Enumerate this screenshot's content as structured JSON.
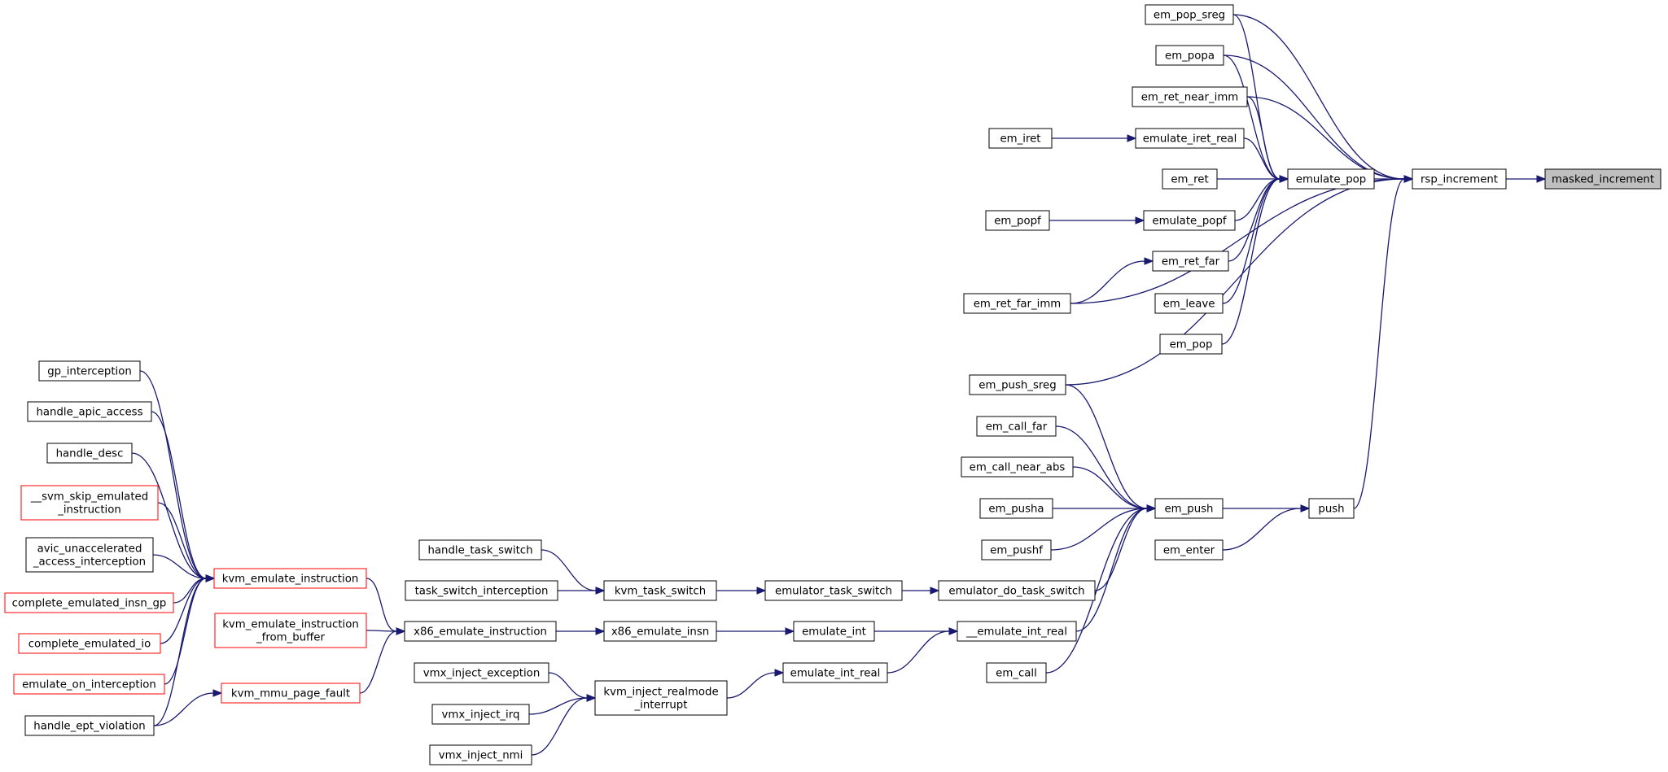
{
  "colors": {
    "edge": "#191970",
    "node_border": "#000000",
    "node_border_truncated": "#ff0000",
    "node_fill": "#ffffff",
    "target_fill": "#bfbfbf"
  },
  "nodes": [
    {
      "id": "masked_increment",
      "label": "masked_increment",
      "highlight": true
    },
    {
      "id": "rsp_increment",
      "label": "rsp_increment"
    },
    {
      "id": "emulate_pop",
      "label": "emulate_pop"
    },
    {
      "id": "push",
      "label": "push"
    },
    {
      "id": "em_pop_sreg",
      "label": "em_pop_sreg"
    },
    {
      "id": "em_popa",
      "label": "em_popa"
    },
    {
      "id": "em_ret_near_imm",
      "label": "em_ret_near_imm"
    },
    {
      "id": "emulate_iret_real",
      "label": "emulate_iret_real"
    },
    {
      "id": "em_iret",
      "label": "em_iret"
    },
    {
      "id": "em_ret",
      "label": "em_ret"
    },
    {
      "id": "emulate_popf",
      "label": "emulate_popf"
    },
    {
      "id": "em_popf",
      "label": "em_popf"
    },
    {
      "id": "em_ret_far",
      "label": "em_ret_far"
    },
    {
      "id": "em_ret_far_imm",
      "label": "em_ret_far_imm"
    },
    {
      "id": "em_leave",
      "label": "em_leave"
    },
    {
      "id": "em_pop",
      "label": "em_pop"
    },
    {
      "id": "em_push_sreg",
      "label": "em_push_sreg"
    },
    {
      "id": "em_call_far",
      "label": "em_call_far"
    },
    {
      "id": "em_call_near_abs",
      "label": "em_call_near_abs"
    },
    {
      "id": "em_pusha",
      "label": "em_pusha"
    },
    {
      "id": "em_push",
      "label": "em_push"
    },
    {
      "id": "em_pushf",
      "label": "em_pushf"
    },
    {
      "id": "em_enter",
      "label": "em_enter"
    },
    {
      "id": "em_call",
      "label": "em_call"
    },
    {
      "id": "emulator_do_task_switch",
      "label": "emulator_do_task_switch"
    },
    {
      "id": "__emulate_int_real",
      "label": "__emulate_int_real"
    },
    {
      "id": "emulator_task_switch",
      "label": "emulator_task_switch"
    },
    {
      "id": "emulate_int",
      "label": "emulate_int"
    },
    {
      "id": "emulate_int_real",
      "label": "emulate_int_real"
    },
    {
      "id": "kvm_task_switch",
      "label": "kvm_task_switch"
    },
    {
      "id": "x86_emulate_insn",
      "label": "x86_emulate_insn"
    },
    {
      "id": "kvm_inject_realmode_interrupt",
      "label": "kvm_inject_realmode\n_interrupt"
    },
    {
      "id": "handle_task_switch",
      "label": "handle_task_switch"
    },
    {
      "id": "task_switch_interception",
      "label": "task_switch_interception"
    },
    {
      "id": "x86_emulate_instruction",
      "label": "x86_emulate_instruction"
    },
    {
      "id": "vmx_inject_exception",
      "label": "vmx_inject_exception"
    },
    {
      "id": "vmx_inject_irq",
      "label": "vmx_inject_irq"
    },
    {
      "id": "vmx_inject_nmi",
      "label": "vmx_inject_nmi"
    },
    {
      "id": "kvm_emulate_instruction",
      "label": "kvm_emulate_instruction",
      "truncated": true
    },
    {
      "id": "kvm_emulate_instruction_from_buffer",
      "label": "kvm_emulate_instruction\n_from_buffer",
      "truncated": true
    },
    {
      "id": "kvm_mmu_page_fault",
      "label": "kvm_mmu_page_fault",
      "truncated": true
    },
    {
      "id": "gp_interception",
      "label": "gp_interception"
    },
    {
      "id": "handle_apic_access",
      "label": "handle_apic_access"
    },
    {
      "id": "handle_desc",
      "label": "handle_desc"
    },
    {
      "id": "__svm_skip_emulated_instruction",
      "label": "__svm_skip_emulated\n_instruction",
      "truncated": true
    },
    {
      "id": "avic_unaccelerated_access_interception",
      "label": "avic_unaccelerated\n_access_interception"
    },
    {
      "id": "complete_emulated_insn_gp",
      "label": "complete_emulated_insn_gp",
      "truncated": true
    },
    {
      "id": "complete_emulated_io",
      "label": "complete_emulated_io",
      "truncated": true
    },
    {
      "id": "emulate_on_interception",
      "label": "emulate_on_interception",
      "truncated": true
    },
    {
      "id": "handle_ept_violation",
      "label": "handle_ept_violation"
    }
  ],
  "edges": [
    {
      "from": "rsp_increment",
      "to": "masked_increment"
    },
    {
      "from": "emulate_pop",
      "to": "rsp_increment"
    },
    {
      "from": "push",
      "to": "rsp_increment"
    },
    {
      "from": "em_pop_sreg",
      "to": "rsp_increment"
    },
    {
      "from": "em_popa",
      "to": "rsp_increment"
    },
    {
      "from": "em_ret_near_imm",
      "to": "rsp_increment"
    },
    {
      "from": "em_ret_far_imm",
      "to": "rsp_increment"
    },
    {
      "from": "em_push_sreg",
      "to": "rsp_increment"
    },
    {
      "from": "em_pop_sreg",
      "to": "emulate_pop"
    },
    {
      "from": "em_popa",
      "to": "emulate_pop"
    },
    {
      "from": "em_ret_near_imm",
      "to": "emulate_pop"
    },
    {
      "from": "emulate_iret_real",
      "to": "emulate_pop"
    },
    {
      "from": "em_ret",
      "to": "emulate_pop"
    },
    {
      "from": "emulate_popf",
      "to": "emulate_pop"
    },
    {
      "from": "em_ret_far",
      "to": "emulate_pop"
    },
    {
      "from": "em_leave",
      "to": "emulate_pop"
    },
    {
      "from": "em_pop",
      "to": "emulate_pop"
    },
    {
      "from": "em_iret",
      "to": "emulate_iret_real"
    },
    {
      "from": "em_popf",
      "to": "emulate_popf"
    },
    {
      "from": "em_ret_far_imm",
      "to": "em_ret_far"
    },
    {
      "from": "em_push",
      "to": "push"
    },
    {
      "from": "em_enter",
      "to": "push"
    },
    {
      "from": "em_push_sreg",
      "to": "em_push"
    },
    {
      "from": "em_call_far",
      "to": "em_push"
    },
    {
      "from": "em_call_near_abs",
      "to": "em_push"
    },
    {
      "from": "em_pusha",
      "to": "em_push"
    },
    {
      "from": "em_pushf",
      "to": "em_push"
    },
    {
      "from": "emulator_do_task_switch",
      "to": "em_push"
    },
    {
      "from": "__emulate_int_real",
      "to": "em_push"
    },
    {
      "from": "em_call",
      "to": "em_push"
    },
    {
      "from": "emulator_task_switch",
      "to": "emulator_do_task_switch"
    },
    {
      "from": "emulate_int",
      "to": "__emulate_int_real"
    },
    {
      "from": "emulate_int_real",
      "to": "__emulate_int_real"
    },
    {
      "from": "kvm_task_switch",
      "to": "emulator_task_switch"
    },
    {
      "from": "x86_emulate_insn",
      "to": "emulate_int"
    },
    {
      "from": "kvm_inject_realmode_interrupt",
      "to": "emulate_int_real"
    },
    {
      "from": "handle_task_switch",
      "to": "kvm_task_switch"
    },
    {
      "from": "task_switch_interception",
      "to": "kvm_task_switch"
    },
    {
      "from": "x86_emulate_instruction",
      "to": "x86_emulate_insn"
    },
    {
      "from": "vmx_inject_exception",
      "to": "kvm_inject_realmode_interrupt"
    },
    {
      "from": "vmx_inject_irq",
      "to": "kvm_inject_realmode_interrupt"
    },
    {
      "from": "vmx_inject_nmi",
      "to": "kvm_inject_realmode_interrupt"
    },
    {
      "from": "kvm_emulate_instruction",
      "to": "x86_emulate_instruction"
    },
    {
      "from": "kvm_emulate_instruction_from_buffer",
      "to": "x86_emulate_instruction"
    },
    {
      "from": "kvm_mmu_page_fault",
      "to": "x86_emulate_instruction"
    },
    {
      "from": "gp_interception",
      "to": "kvm_emulate_instruction"
    },
    {
      "from": "handle_apic_access",
      "to": "kvm_emulate_instruction"
    },
    {
      "from": "handle_desc",
      "to": "kvm_emulate_instruction"
    },
    {
      "from": "__svm_skip_emulated_instruction",
      "to": "kvm_emulate_instruction"
    },
    {
      "from": "avic_unaccelerated_access_interception",
      "to": "kvm_emulate_instruction"
    },
    {
      "from": "complete_emulated_insn_gp",
      "to": "kvm_emulate_instruction"
    },
    {
      "from": "complete_emulated_io",
      "to": "kvm_emulate_instruction"
    },
    {
      "from": "emulate_on_interception",
      "to": "kvm_emulate_instruction"
    },
    {
      "from": "handle_ept_violation",
      "to": "kvm_emulate_instruction"
    },
    {
      "from": "handle_ept_violation",
      "to": "kvm_mmu_page_fault"
    }
  ]
}
